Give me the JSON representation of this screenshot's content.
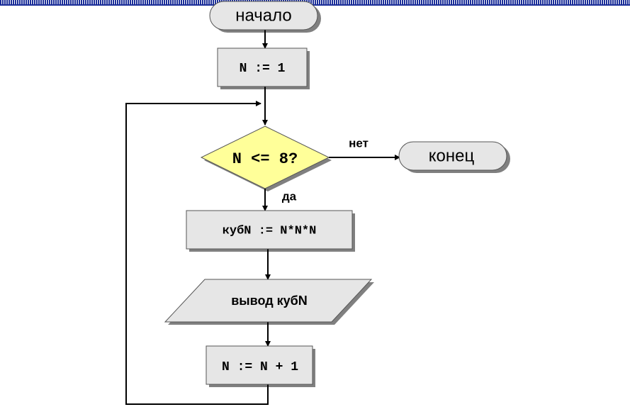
{
  "colors": {
    "shape_fill": "#e6e6e6",
    "decision_fill": "#ffff99",
    "line": "#000000",
    "shadow": "#808080",
    "top_band": "#1c2f99"
  },
  "flowchart": {
    "start": "начало",
    "init": "N := 1",
    "condition": "N <= 8?",
    "no_label": "нет",
    "end": "конец",
    "yes_label": "да",
    "compute": "кубN := N*N*N",
    "output": "вывод кубN",
    "increment": "N := N + 1"
  }
}
